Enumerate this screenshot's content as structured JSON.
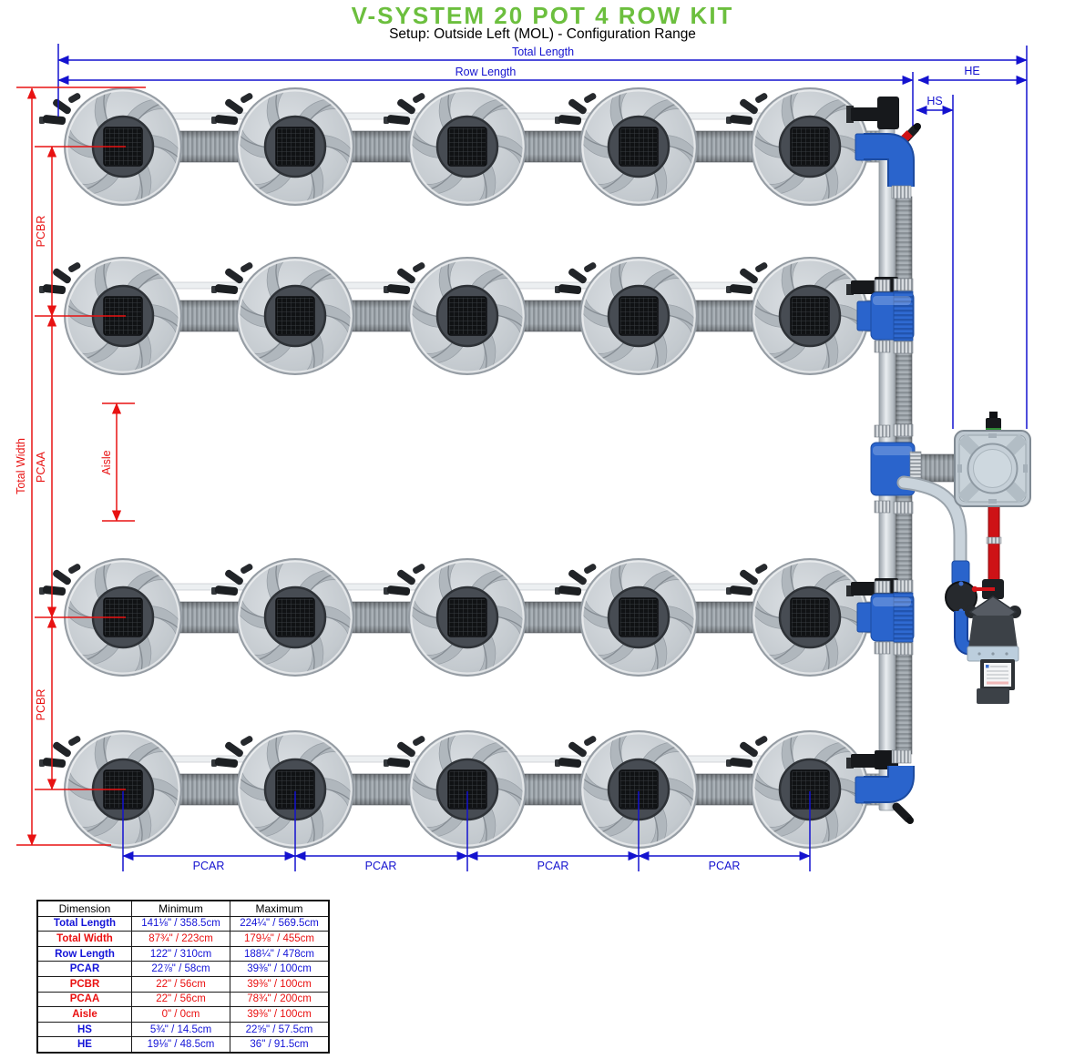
{
  "header": {
    "title": "V-SYSTEM 20 POT 4 ROW KIT",
    "subtitle": "Setup: Outside Left (MOL) - Configuration Range"
  },
  "colors": {
    "title_green": "#6cbf3e",
    "dimension_blue": "#1412cf",
    "dimension_red": "#e81212"
  },
  "diagram": {
    "labels": {
      "total_length": "Total Length",
      "row_length": "Row Length",
      "he": "HE",
      "hs": "HS",
      "total_width": "Total Width",
      "pcbr": "PCBR",
      "pcaa": "PCAA",
      "aisle": "Aisle",
      "pcar": "PCAR"
    },
    "pots": {
      "rows": 4,
      "per_row": 5,
      "total": 20
    }
  },
  "table": {
    "headers": [
      "Dimension",
      "Minimum",
      "Maximum"
    ],
    "rows": [
      {
        "dimension": "Total Length",
        "minimum": "141⅛\" / 358.5cm",
        "maximum": "224¼\" / 569.5cm",
        "color": "blue"
      },
      {
        "dimension": "Total Width",
        "minimum": "87¾\" / 223cm",
        "maximum": "179⅛\" / 455cm",
        "color": "red"
      },
      {
        "dimension": "Row Length",
        "minimum": "122\" / 310cm",
        "maximum": "188¼\" / 478cm",
        "color": "blue"
      },
      {
        "dimension": "PCAR",
        "minimum": "22⅞\" / 58cm",
        "maximum": "39⅜\" / 100cm",
        "color": "blue"
      },
      {
        "dimension": "PCBR",
        "minimum": "22\" / 56cm",
        "maximum": "39⅜\" / 100cm",
        "color": "red"
      },
      {
        "dimension": "PCAA",
        "minimum": "22\" / 56cm",
        "maximum": "78¾\" / 200cm",
        "color": "red"
      },
      {
        "dimension": "Aisle",
        "minimum": "0\" / 0cm",
        "maximum": "39⅜\" / 100cm",
        "color": "red"
      },
      {
        "dimension": "HS",
        "minimum": "5¾\" / 14.5cm",
        "maximum": "22⅝\" / 57.5cm",
        "color": "blue"
      },
      {
        "dimension": "HE",
        "minimum": "19⅛\" / 48.5cm",
        "maximum": "36\" / 91.5cm",
        "color": "blue"
      }
    ]
  }
}
